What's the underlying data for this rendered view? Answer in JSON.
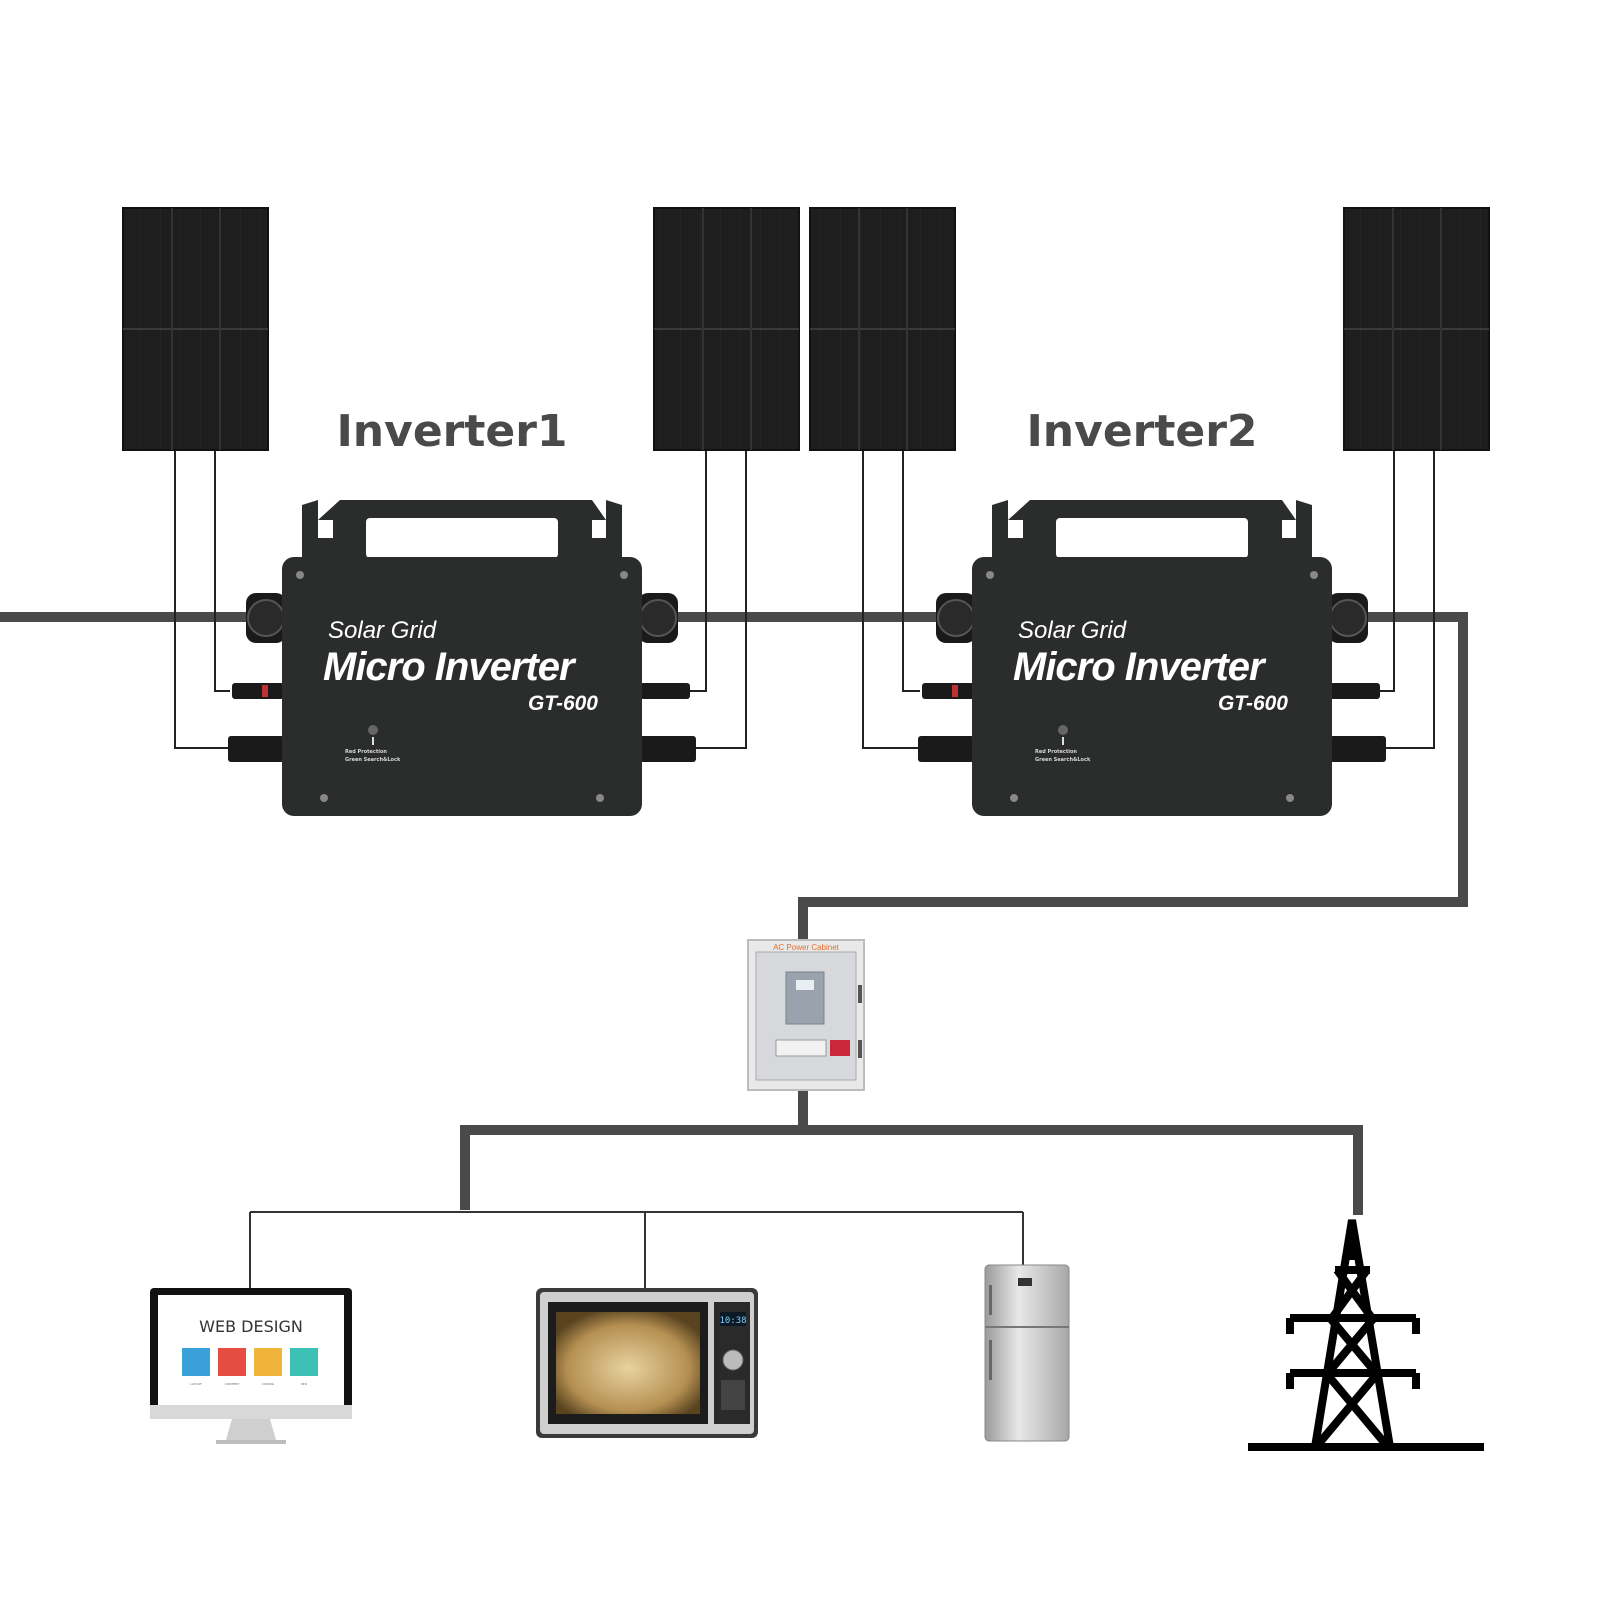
{
  "inverters": [
    {
      "label": "Inverter1",
      "brand_sub": "Solar Grid",
      "brand_main": "Micro Inverter",
      "model": "GT-600",
      "led_line1": "Red Protection",
      "led_line2": "Green Search&Lock"
    },
    {
      "label": "Inverter2",
      "brand_sub": "Solar Grid",
      "brand_main": "Micro Inverter",
      "model": "GT-600",
      "led_line1": "Red Protection",
      "led_line2": "Green Search&Lock"
    }
  ],
  "cabinet": {
    "label": "AC Power Cabinet"
  },
  "monitor": {
    "title": "WEB DESIGN",
    "icon_labels": [
      "LAYOUT",
      "CONTENT",
      "CODING",
      "SEO"
    ]
  },
  "microwave": {
    "clock": "10:38"
  },
  "colors": {
    "panel": "#1c1c1c",
    "inverter_body": "#2b2d2c",
    "cable": "#4a4a4a",
    "wire": "#222222",
    "tower": "#000000"
  }
}
